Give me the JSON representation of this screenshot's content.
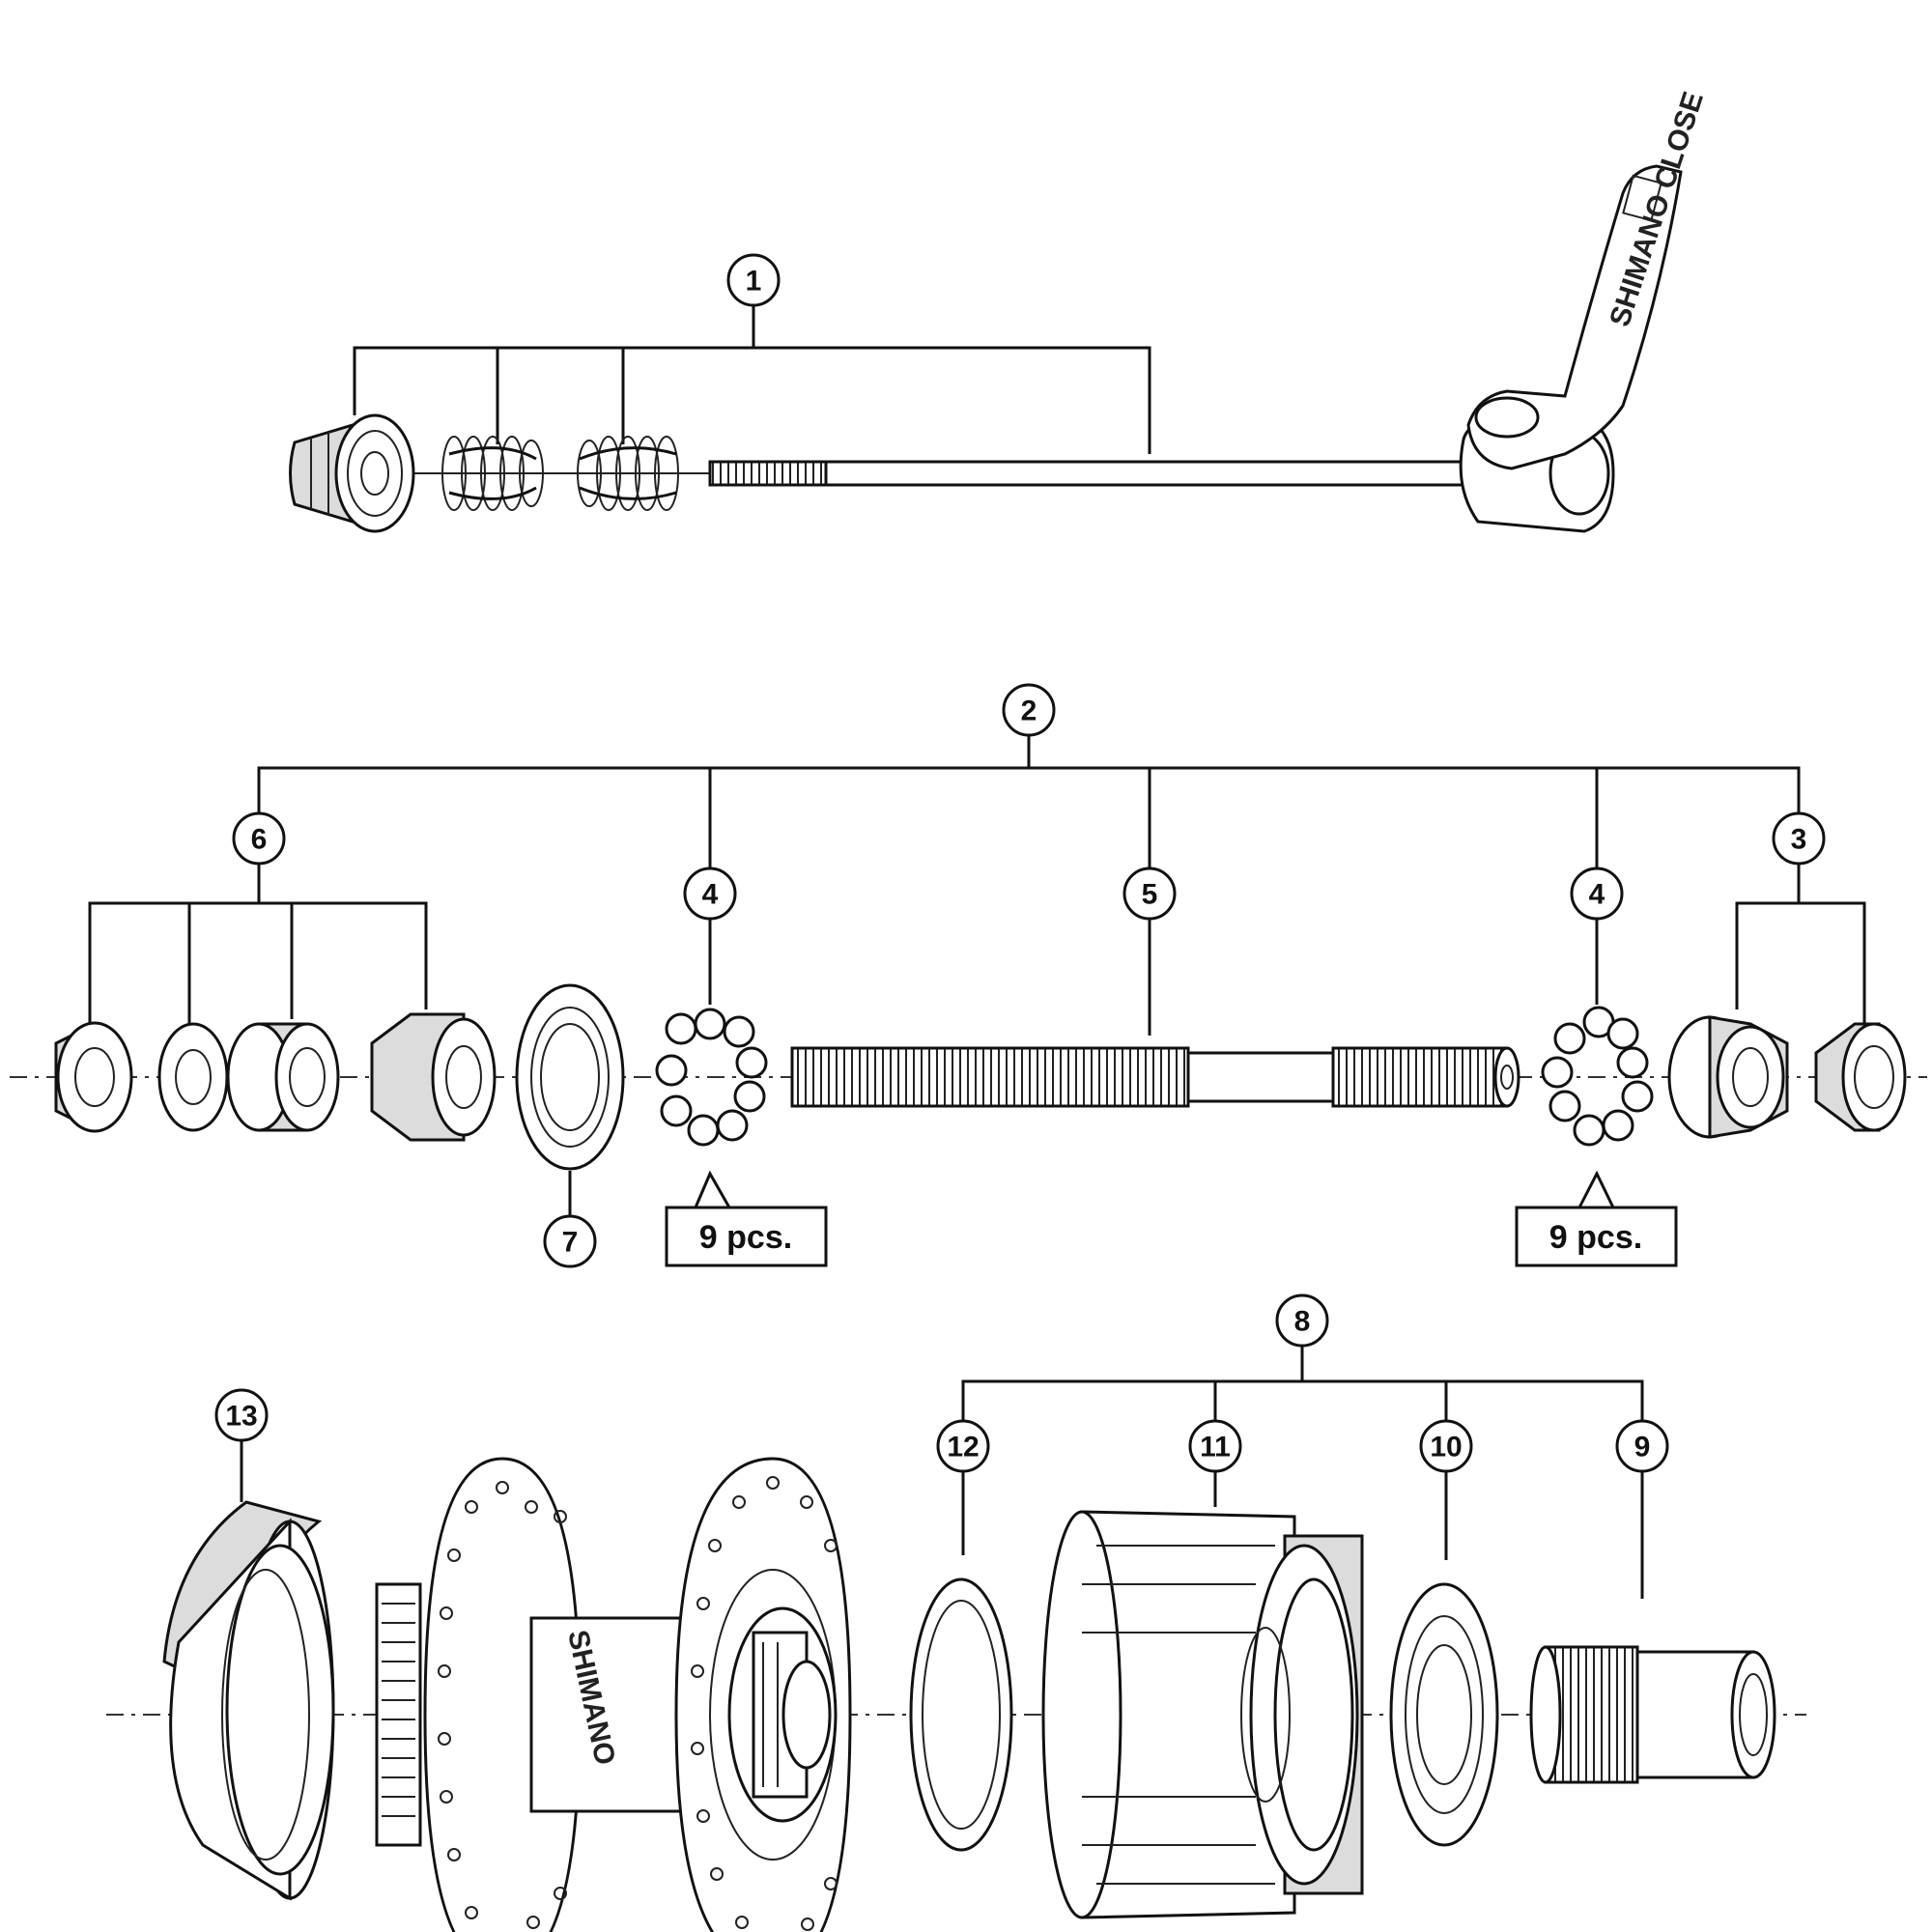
{
  "callouts": {
    "c1": "1",
    "c2": "2",
    "c3": "3",
    "c4a": "4",
    "c4b": "4",
    "c5": "5",
    "c6": "6",
    "c7": "7",
    "c8": "8",
    "c9": "9",
    "c10": "10",
    "c11": "11",
    "c12": "12",
    "c13": "13"
  },
  "quantity_labels": [
    "9 pcs.",
    "9 pcs."
  ],
  "brand": {
    "lever_text": "SHIMANO CLOSE",
    "hub_text": "SHIMANO"
  }
}
